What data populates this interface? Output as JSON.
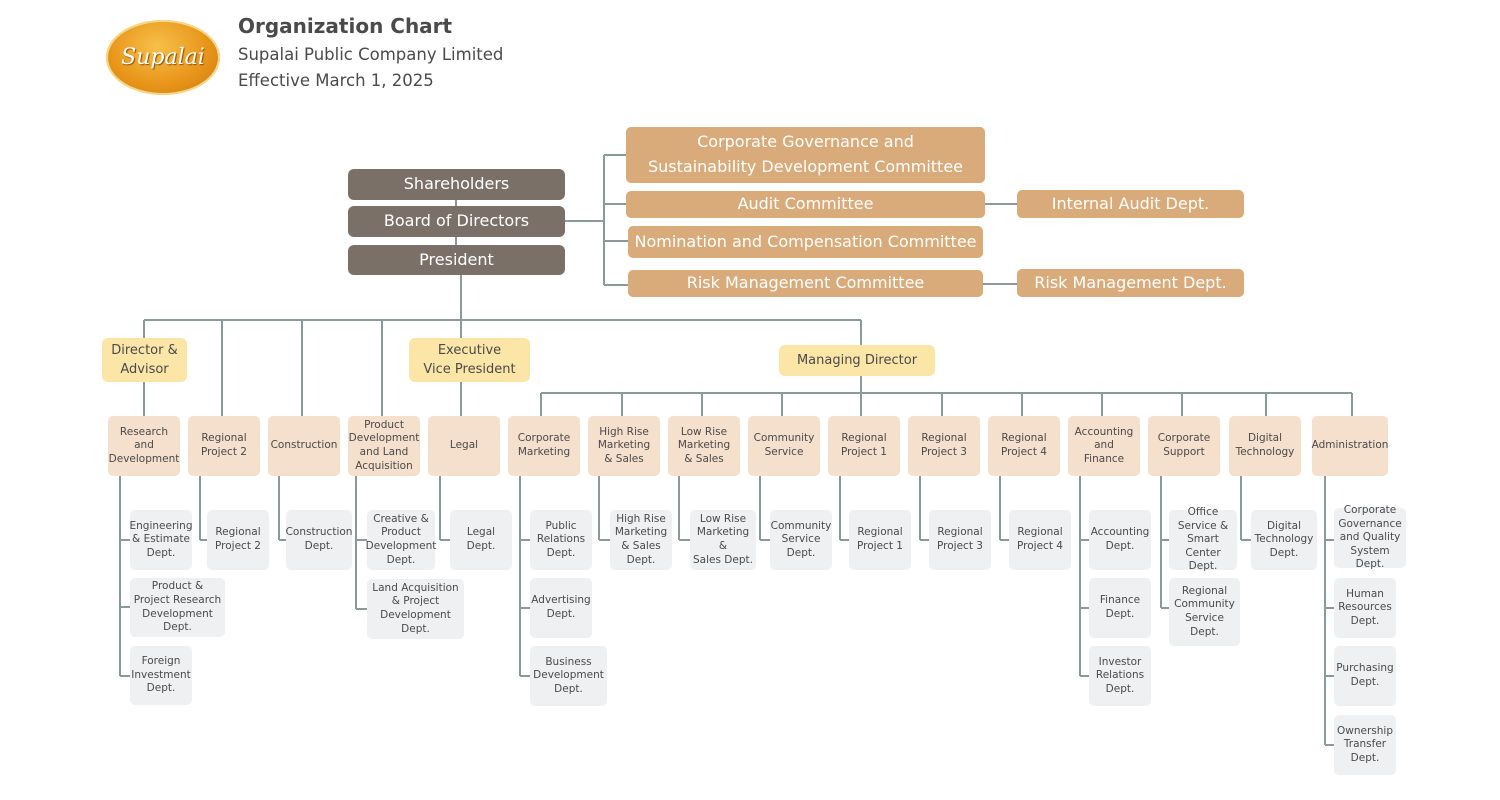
{
  "header": {
    "logo_text": "Supalai",
    "title": "Organization Chart",
    "company": "Supalai Public Company Limited",
    "effective": "Effective March 1, 2025"
  },
  "top": {
    "shareholders": "Shareholders",
    "board": "Board of Directors",
    "president": "President"
  },
  "committees": {
    "governance": "Corporate Governance and\nSustainability Development Committee",
    "audit": "Audit Committee",
    "nomination": "Nomination and Compensation Committee",
    "risk": "Risk Management Committee",
    "internal_audit": "Internal Audit Dept.",
    "risk_dept": "Risk Management Dept."
  },
  "executives": {
    "director_advisor": "Director &\nAdvisor",
    "evp": "Executive\nVice President",
    "md": "Managing Director"
  },
  "divisions": [
    {
      "name": "Research\nand\nDevelopment",
      "subs": [
        "Engineering\n& Estimate\nDept.",
        "Product &\nProject Research\nDevelopment\nDept.",
        "Foreign\nInvestment\nDept."
      ]
    },
    {
      "name": "Regional\nProject 2",
      "subs": [
        "Regional\nProject 2"
      ]
    },
    {
      "name": "Construction",
      "subs": [
        "Construction\nDept."
      ]
    },
    {
      "name": "Product\nDevelopment\nand Land\nAcquisition",
      "subs": [
        "Creative &\nProduct\nDevelopment\nDept.",
        "Land Acquisition\n& Project\nDevelopment\nDept."
      ]
    },
    {
      "name": "Legal",
      "subs": [
        "Legal Dept."
      ]
    },
    {
      "name": "Corporate\nMarketing",
      "subs": [
        "Public\nRelations\nDept.",
        "Advertising\nDept.",
        "Business\nDevelopment\nDept."
      ]
    },
    {
      "name": "High Rise\nMarketing\n& Sales",
      "subs": [
        "High Rise\nMarketing\n& Sales\nDept."
      ]
    },
    {
      "name": "Low Rise\nMarketing\n& Sales",
      "subs": [
        "Low Rise\nMarketing &\nSales Dept."
      ]
    },
    {
      "name": "Community\nService",
      "subs": [
        "Community\nService\nDept."
      ]
    },
    {
      "name": "Regional\nProject 1",
      "subs": [
        "Regional\nProject 1"
      ]
    },
    {
      "name": "Regional\nProject 3",
      "subs": [
        "Regional\nProject 3"
      ]
    },
    {
      "name": "Regional\nProject 4",
      "subs": [
        "Regional\nProject 4"
      ]
    },
    {
      "name": "Accounting\nand\nFinance",
      "subs": [
        "Accounting\nDept.",
        "Finance\nDept.",
        "Investor\nRelations\nDept."
      ]
    },
    {
      "name": "Corporate\nSupport",
      "subs": [
        "Office\nService &\nSmart Center\nDept.",
        "Regional\nCommunity\nService\nDept."
      ]
    },
    {
      "name": "Digital\nTechnology",
      "subs": [
        "Digital\nTechnology\nDept."
      ]
    },
    {
      "name": "Administration",
      "subs": [
        "Corporate\nGovernance\nand Quality\nSystem Dept.",
        "Human\nResources\nDept.",
        "Purchasing\nDept.",
        "Ownership\nTransfer\nDept."
      ]
    }
  ],
  "colors": {
    "dark": "#7a7068",
    "committee": "#d9ab7a",
    "executive": "#fbe6a8",
    "division": "#f5dfcd",
    "department": "#eef0f2",
    "connector": "#8a9a98"
  }
}
